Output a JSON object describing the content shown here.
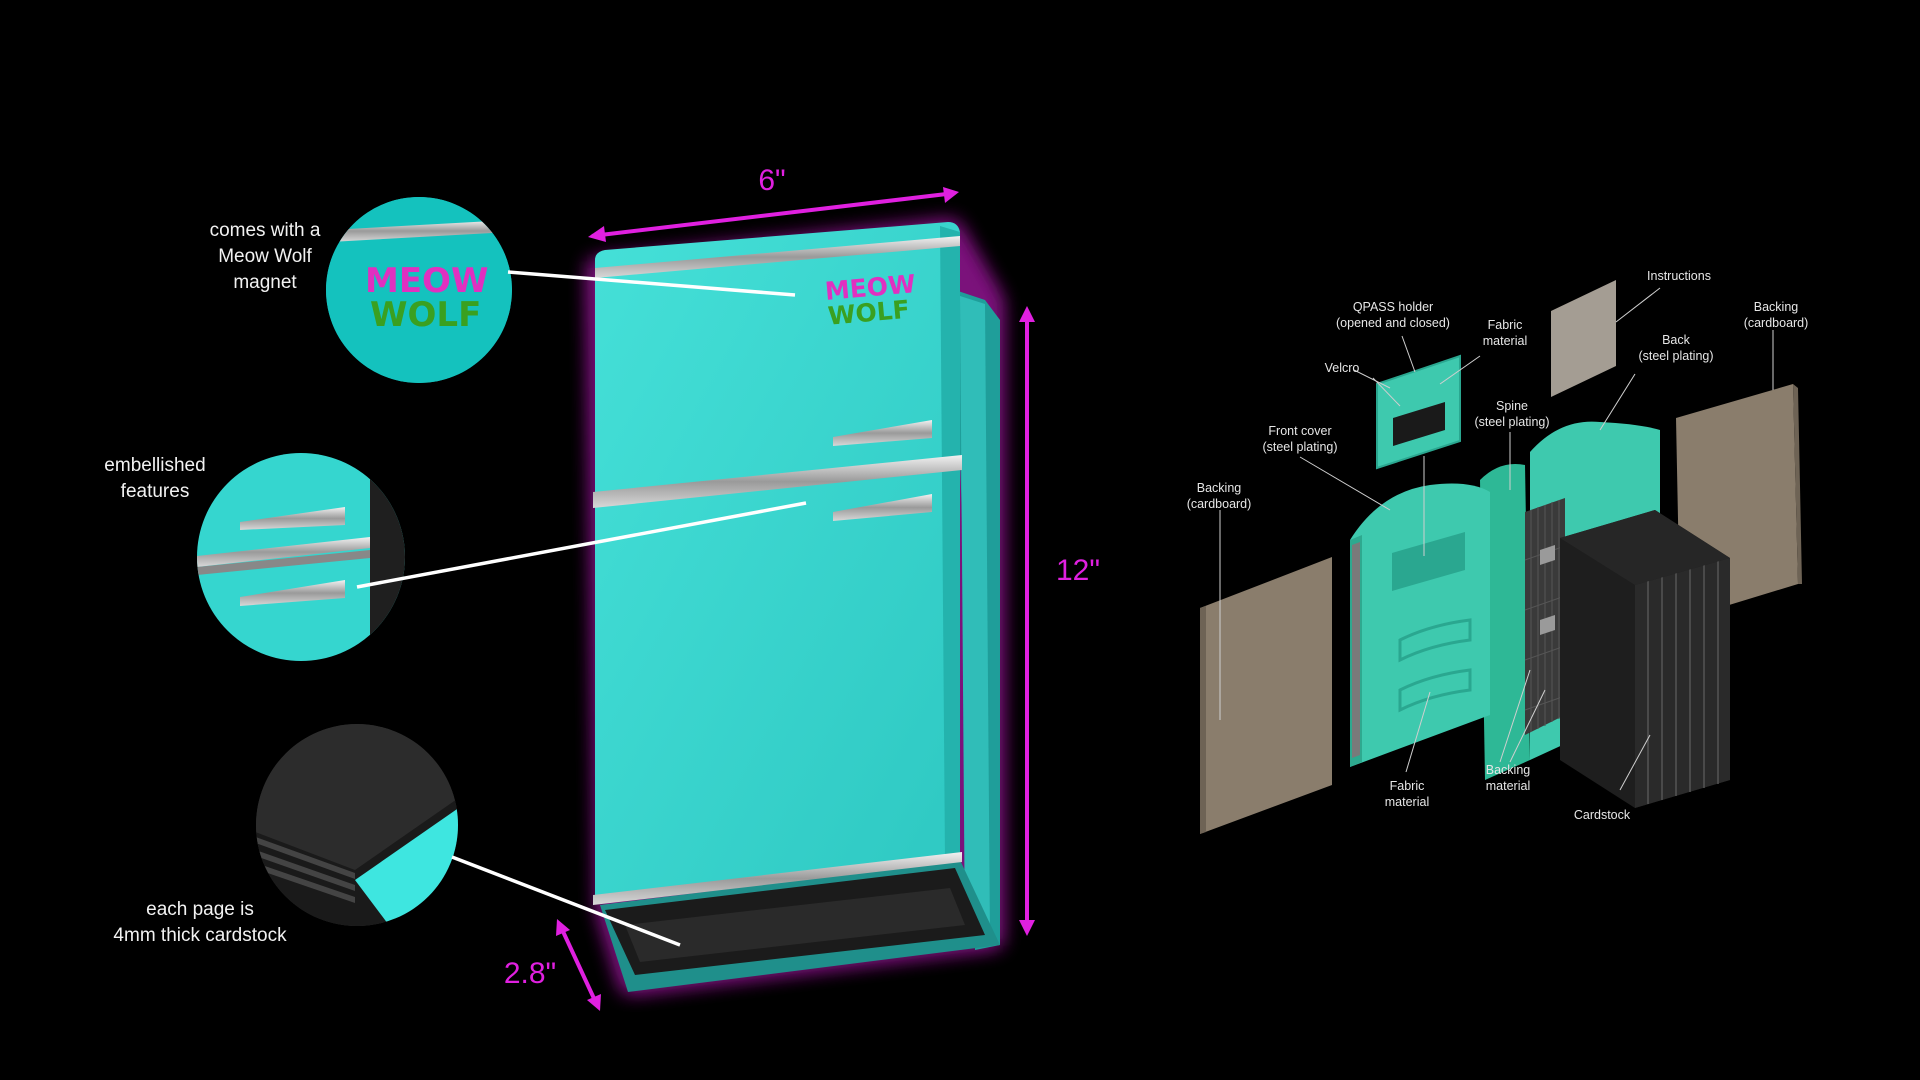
{
  "dimensions": {
    "width": "6\"",
    "height": "12\"",
    "depth": "2.8\""
  },
  "callouts": {
    "magnet": [
      "comes with a",
      "Meow Wolf",
      "magnet"
    ],
    "features": [
      "embellished",
      "features"
    ],
    "pages": [
      "each page is",
      "4mm thick cardstock"
    ]
  },
  "logo": {
    "line1": "MEOW",
    "line2": "WOLF"
  },
  "parts": {
    "instructions": [
      "Instructions"
    ],
    "backing_right": [
      "Backing",
      "(cardboard)"
    ],
    "qpass": [
      "QPASS holder",
      "(opened and closed)"
    ],
    "fabric_top": [
      "Fabric",
      "material"
    ],
    "velcro": [
      "Velcro"
    ],
    "back": [
      "Back",
      "(steel plating)"
    ],
    "spine": [
      "Spine",
      "(steel plating)"
    ],
    "front_cover": [
      "Front cover",
      "(steel plating)"
    ],
    "backing_left": [
      "Backing",
      "(cardboard)"
    ],
    "fabric_bottom": [
      "Fabric",
      "material"
    ],
    "backing_material": [
      "Backing",
      "material"
    ],
    "cardstock": [
      "Cardstock"
    ]
  },
  "colors": {
    "accent_magenta": "#e020e0",
    "teal": "#35d6cf",
    "exploded_teal": "#3ec9ae",
    "cardboard": "#8a7d6c"
  }
}
